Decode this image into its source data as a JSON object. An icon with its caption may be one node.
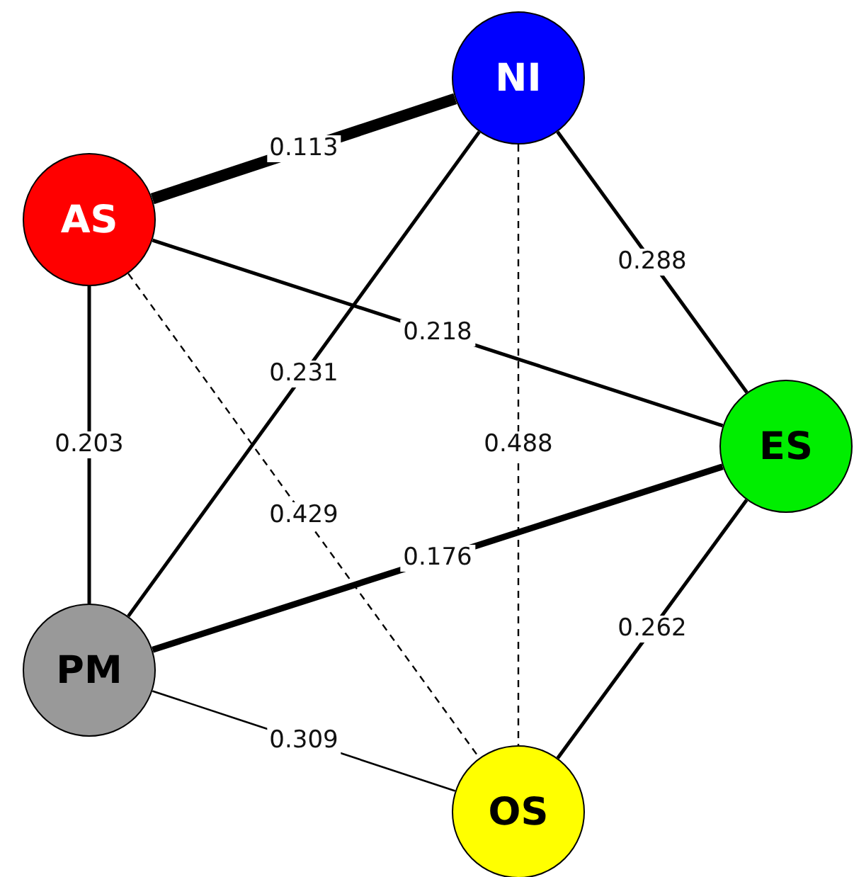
{
  "diagram": {
    "nodes": [
      {
        "text": [
          "NI"
        ]
      },
      {
        "text": [
          "AS"
        ]
      },
      {
        "text": [
          "ES"
        ]
      },
      {
        "text": [
          "PM"
        ]
      },
      {
        "text": [
          "OS"
        ]
      }
    ],
    "edges": [
      {
        "from": 1,
        "to": 0,
        "arrow": "none",
        "label": "0.113",
        "style": "thick"
      },
      {
        "from": 0,
        "to": 3,
        "arrow": "none",
        "label": "0.231"
      },
      {
        "from": 0,
        "to": 4,
        "arrow": "none",
        "label": "0.488",
        "style": "dashed"
      },
      {
        "from": 0,
        "to": 2,
        "arrow": "none",
        "label": "0.288"
      },
      {
        "from": 1,
        "to": 2,
        "arrow": "none",
        "label": "0.218"
      },
      {
        "from": 1,
        "to": 3,
        "arrow": "none",
        "label": "0.203"
      },
      {
        "from": 1,
        "to": 4,
        "arrow": "none",
        "label": "0.429",
        "style": "dashed"
      },
      {
        "from": 3,
        "to": 2,
        "arrow": "none",
        "label": "0.176",
        "style": "thick"
      },
      {
        "from": 2,
        "to": 4,
        "arrow": "none",
        "label": "0.262"
      },
      {
        "from": 3,
        "to": 4,
        "arrow": "none",
        "label": "0.309"
      }
    ]
  }
}
